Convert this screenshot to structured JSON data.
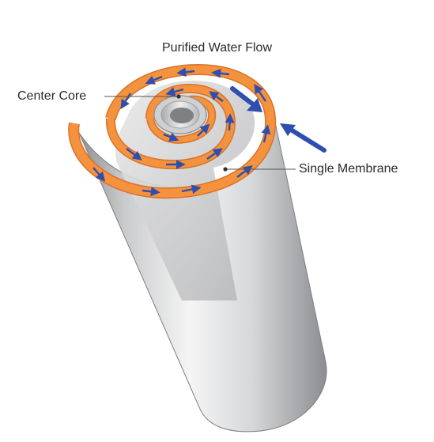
{
  "diagram": {
    "title": "Purified Water Flow",
    "labels": {
      "center_core": "Center Core",
      "single_membrane": "Single Membrane"
    },
    "colors": {
      "membrane": "#f5923e",
      "membrane_edge": "#d9722a",
      "flow_arrow": "#2e4fae",
      "cylinder_light": "#f3f3f3",
      "cylinder_mid": "#cfd0d2",
      "cylinder_dark": "#9a9b9e",
      "leader_line": "#555555"
    },
    "icons": [
      "spiral-membrane-cylinder",
      "flow-arrow",
      "inlet-arrow",
      "leader-dot"
    ]
  }
}
